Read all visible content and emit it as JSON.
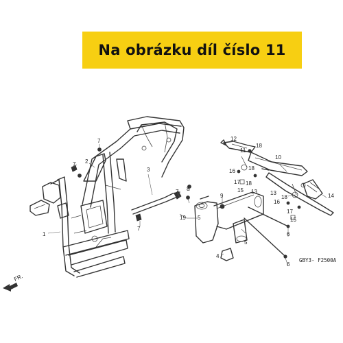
{
  "banner": {
    "text": "Na obrázku díl číslo 11",
    "color": "#f7cf12"
  },
  "diagram_code": "GBY3- F2500A",
  "direction_mark": "FR.",
  "callouts": [
    "1",
    "2",
    "3",
    "4",
    "5",
    "5",
    "6",
    "6",
    "7",
    "7",
    "7",
    "7",
    "8",
    "9",
    "10",
    "11",
    "12",
    "13",
    "13",
    "14",
    "15",
    "15",
    "16",
    "16",
    "17",
    "17",
    "18",
    "18",
    "18",
    "18",
    "19"
  ],
  "icons": {
    "direction": "arrow-fr-icon"
  }
}
